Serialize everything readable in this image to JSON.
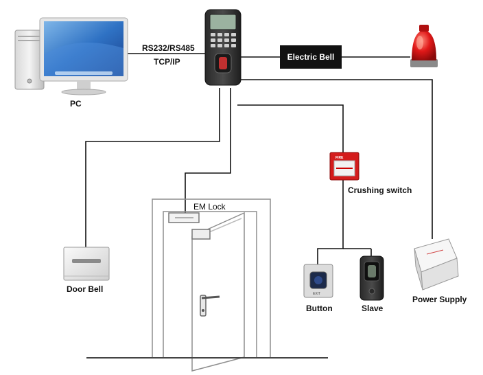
{
  "diagram": {
    "labels": {
      "pc": "PC",
      "protocol_line1": "RS232/RS485",
      "protocol_line2": "TCP/IP",
      "electric_bell": "Electric Bell",
      "crushing_switch": "Crushing switch",
      "em_lock": "EM Lock",
      "door_bell": "Door Bell",
      "button": "Button",
      "slave": "Slave",
      "power_supply": "Power Supply"
    },
    "device_text": {
      "fire_label": "FIRE",
      "exit_label": "EXIT"
    },
    "icons": [
      "desktop-computer-icon",
      "fingerprint-terminal-icon",
      "alarm-siren-icon",
      "fire-alarm-switch-icon",
      "door-bell-icon",
      "exit-button-icon",
      "fingerprint-reader-icon",
      "power-supply-box-icon",
      "door-icon"
    ],
    "colors": {
      "wire": "#111111",
      "bell_box": "#111111",
      "siren_red": "#e01818",
      "switch_red": "#d41c1c"
    }
  }
}
